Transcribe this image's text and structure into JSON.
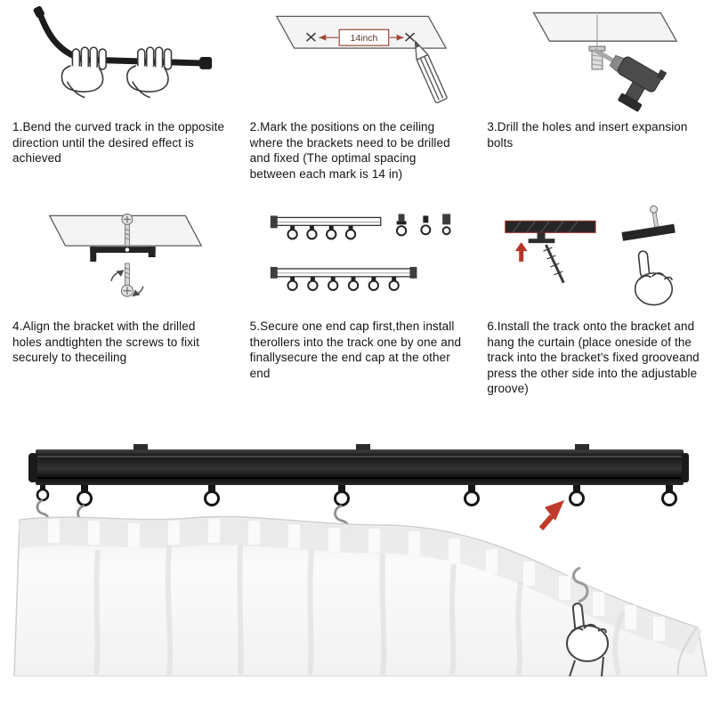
{
  "steps": [
    {
      "id": 1,
      "text": "1.Bend the curved track in the opposite direction until the desired effect is achieved"
    },
    {
      "id": 2,
      "text": "2.Mark the positions on the ceiling where the brackets need to be drilled and fixed (The optimal spacing between each mark is 14 in)"
    },
    {
      "id": 3,
      "text": "3.Drill the holes and insert expansion bolts"
    },
    {
      "id": 4,
      "text": "4.Align the bracket with the drilled holes andtighten the screws to fixit securely to theceiling"
    },
    {
      "id": 5,
      "text": "5.Secure one end cap first,then install therollers into the track one by one and finallysecure the end cap at the other end"
    },
    {
      "id": 6,
      "text": "6.Install the track onto the bracket and hang the curtain (place oneside of the track into the bracket's fixed grooveand press the other side into the adjustable groove)"
    }
  ],
  "labels": {
    "measurement": "14inch"
  },
  "colors": {
    "accent_red": "#b5372a",
    "track_black": "#1c1c1c",
    "ceiling_gray": "#f4f4f4",
    "metal_gray": "#8f8f8f"
  }
}
